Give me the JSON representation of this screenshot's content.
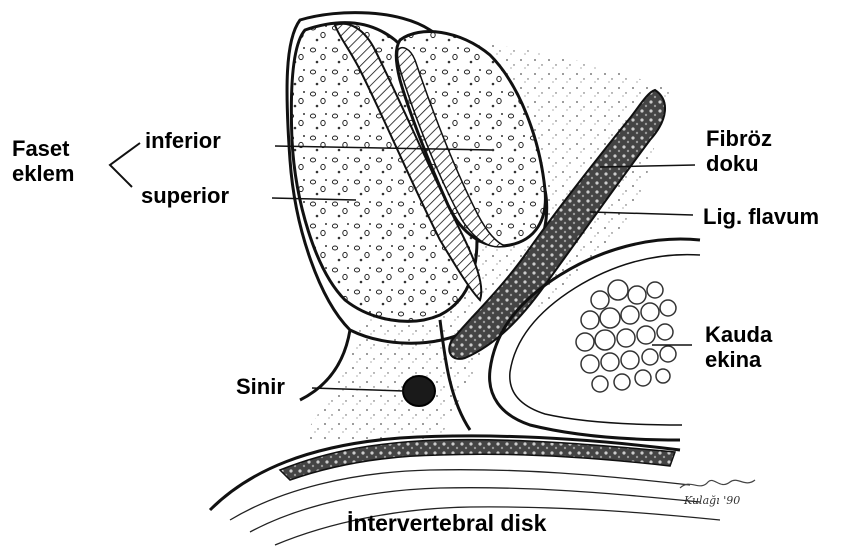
{
  "labels": {
    "facet_joint_line1": "Faset",
    "facet_joint_line2": "eklem",
    "inferior": "inferior",
    "superior": "superior",
    "fibrous_line1": "Fibröz",
    "fibrous_line2": "doku",
    "lig_flavum": "Lig. flavum",
    "cauda_line1": "Kauda",
    "cauda_line2": "ekina",
    "nerve": "Sinir",
    "disc": "İntervertebral disk"
  },
  "artist_signature": "Kulağı '90",
  "colors": {
    "ink": "#000000",
    "paper": "#ffffff"
  }
}
